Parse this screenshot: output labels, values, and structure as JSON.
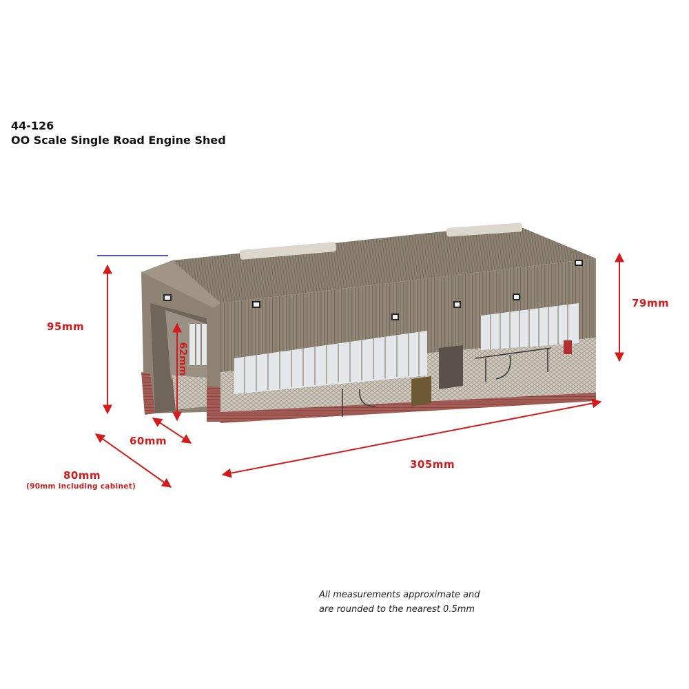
{
  "header": {
    "sku": "44-126",
    "title": "OO Scale Single Road Engine Shed"
  },
  "dimensions": {
    "overall_height": "95mm",
    "eaves_height": "79mm",
    "door_opening_height": "62mm",
    "door_opening_width": "60mm",
    "depth": "80mm",
    "depth_note": "(90mm including cabinet)",
    "length": "305mm"
  },
  "footnote": {
    "line1": "All measurements approximate and",
    "line2": "are rounded to the nearest 0.5mm"
  },
  "colors": {
    "dimension_red": "#d41a1a",
    "reference_line_blue": "#1a1aa8",
    "cladding": "#8f8474",
    "roof": "#8a7f70",
    "brick_base": "#a05a55",
    "window": "#e4e7ea"
  },
  "product_image": {
    "subject": "engine-shed-model"
  }
}
